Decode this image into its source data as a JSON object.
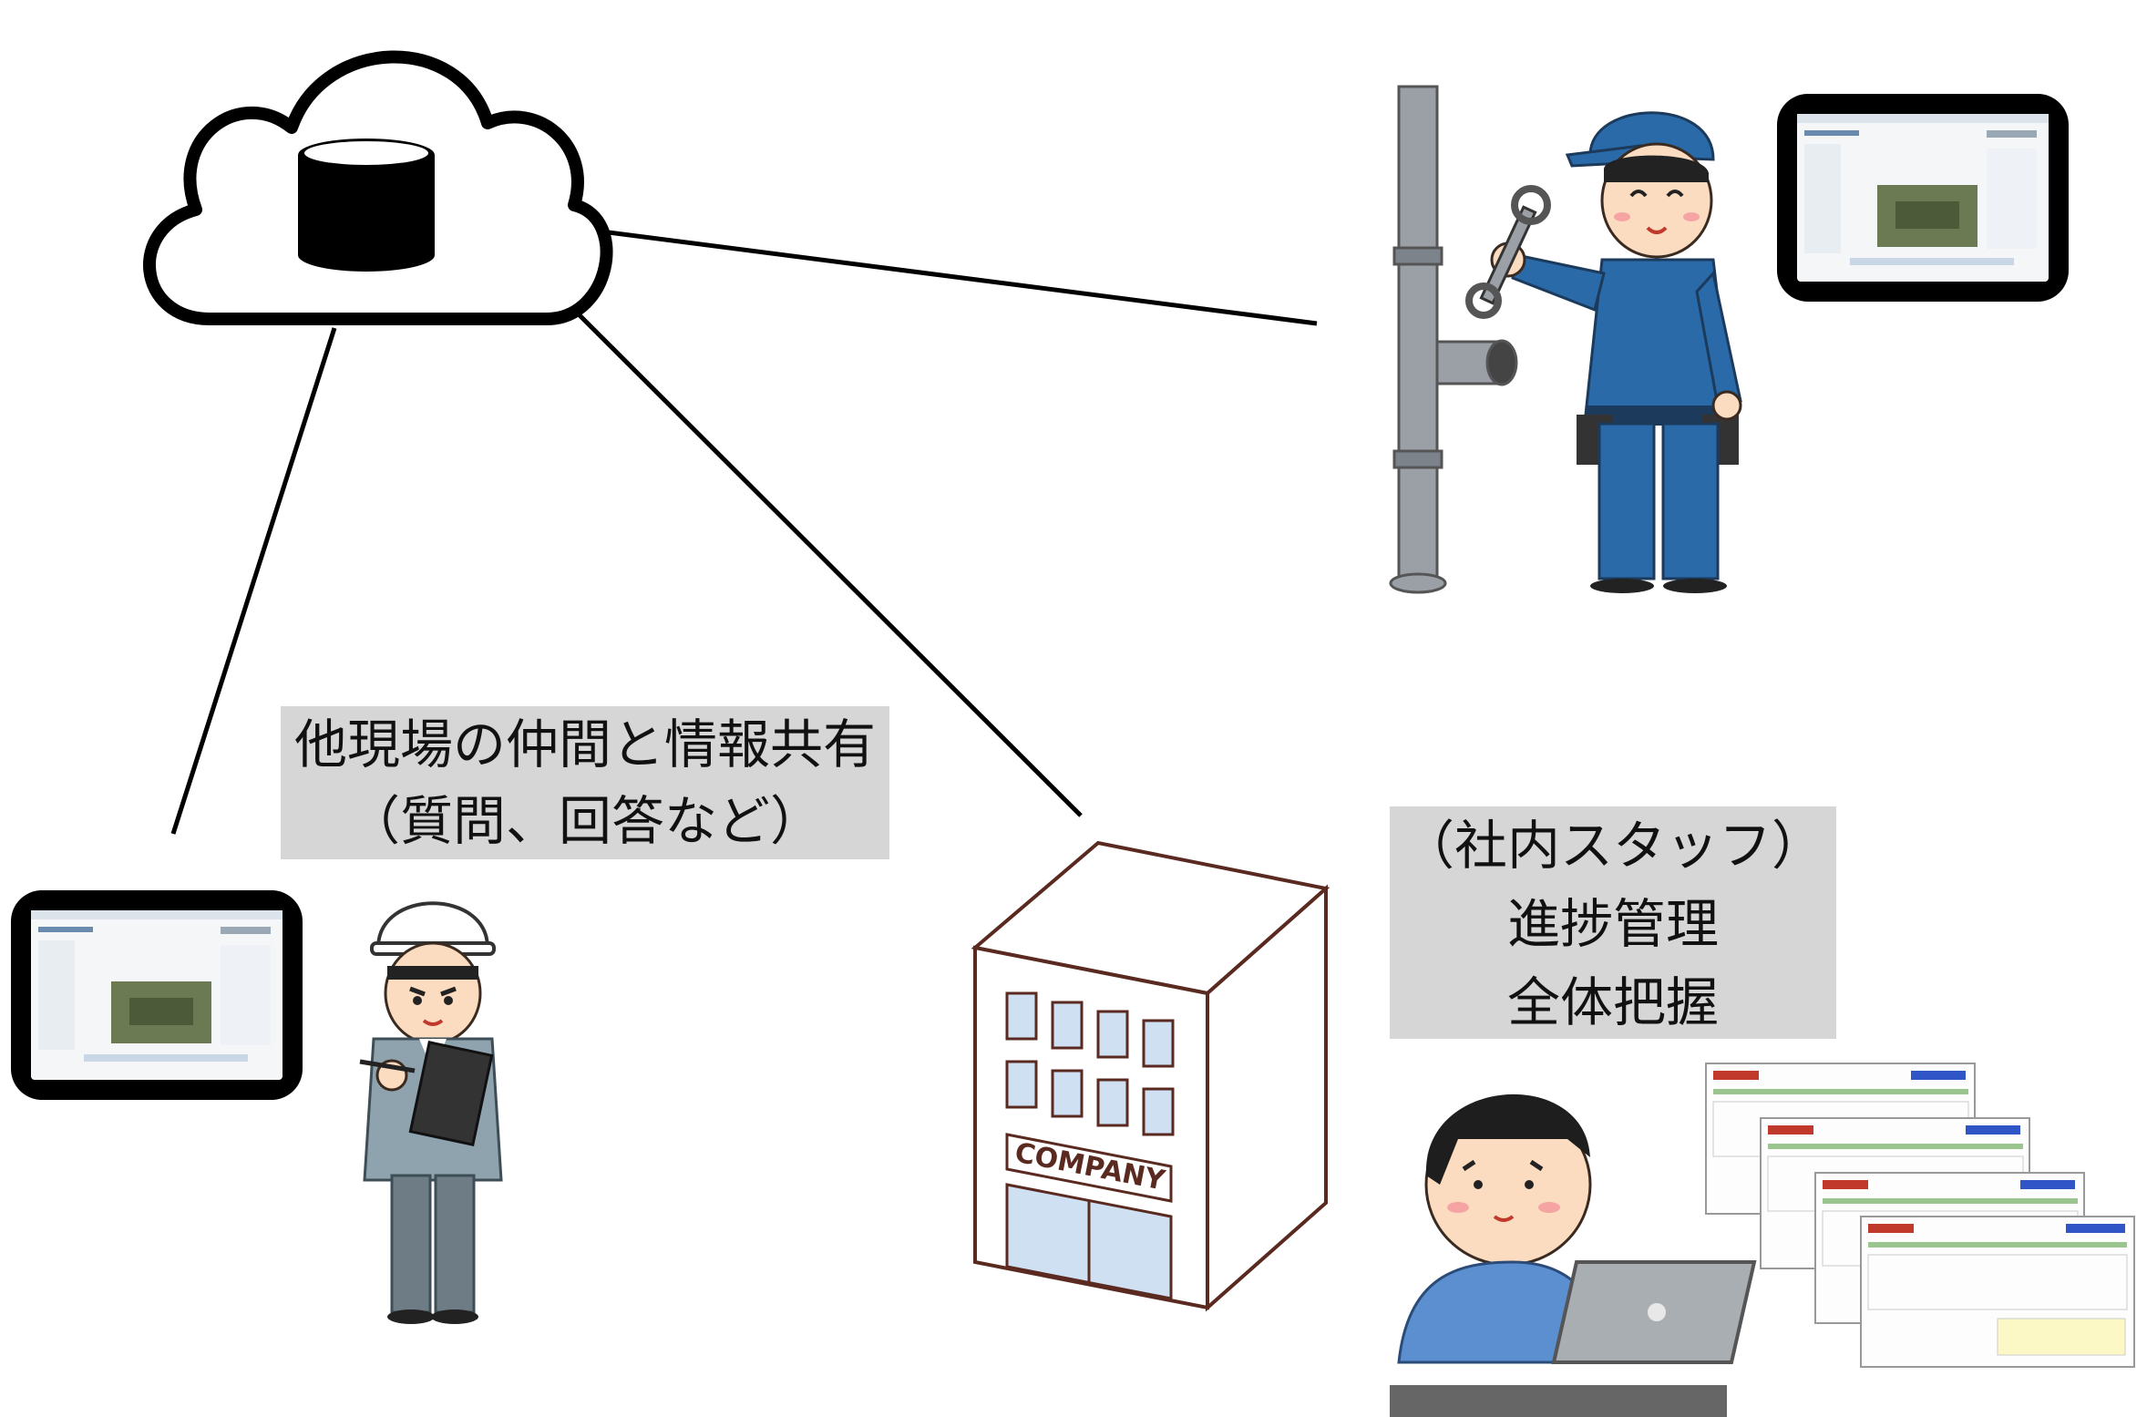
{
  "labels": {
    "sharing": {
      "line1": "他現場の仲間と情報共有",
      "line2": "（質問、回答など）"
    },
    "office": {
      "line1": "（社内スタッフ）",
      "line2": "進捗管理",
      "line3": "全体把握"
    }
  },
  "building": {
    "sign": "COMPANY"
  },
  "colors": {
    "label_bg": "#d6d6d6",
    "uniform_blue": "#2b6aa8",
    "work_gray": "#7a8e98",
    "line": "#000000"
  },
  "icons": [
    "cloud-database-icon",
    "tablet-icon",
    "plumber-worker-icon",
    "site-supervisor-icon",
    "office-building-icon",
    "office-staff-laptop-icon",
    "documents-icon"
  ]
}
